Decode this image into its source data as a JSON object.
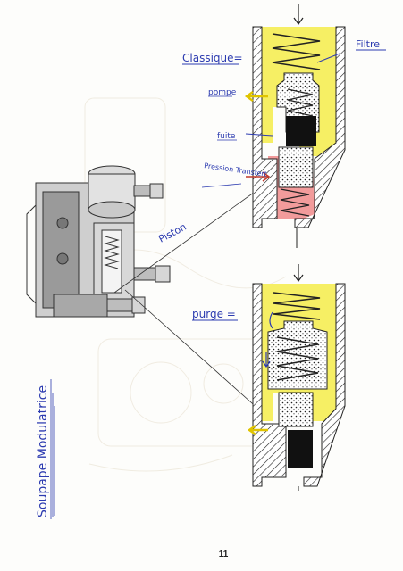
{
  "labels": {
    "classique": "Classique=",
    "filtre": "Filtre",
    "pompe": "pompe",
    "fuite": "fuite",
    "pression_transfert": "Pression Transfert",
    "piston": "Piston",
    "purge": "purge =",
    "title_vertical": "Soupape Modulatrice"
  },
  "page_number": "11",
  "colors": {
    "ink": "#2c3bb0",
    "pencil": "#333333",
    "yellow": "#f6ef64",
    "red": "#f08a8a",
    "black": "#111111",
    "hatch": "#222222"
  }
}
